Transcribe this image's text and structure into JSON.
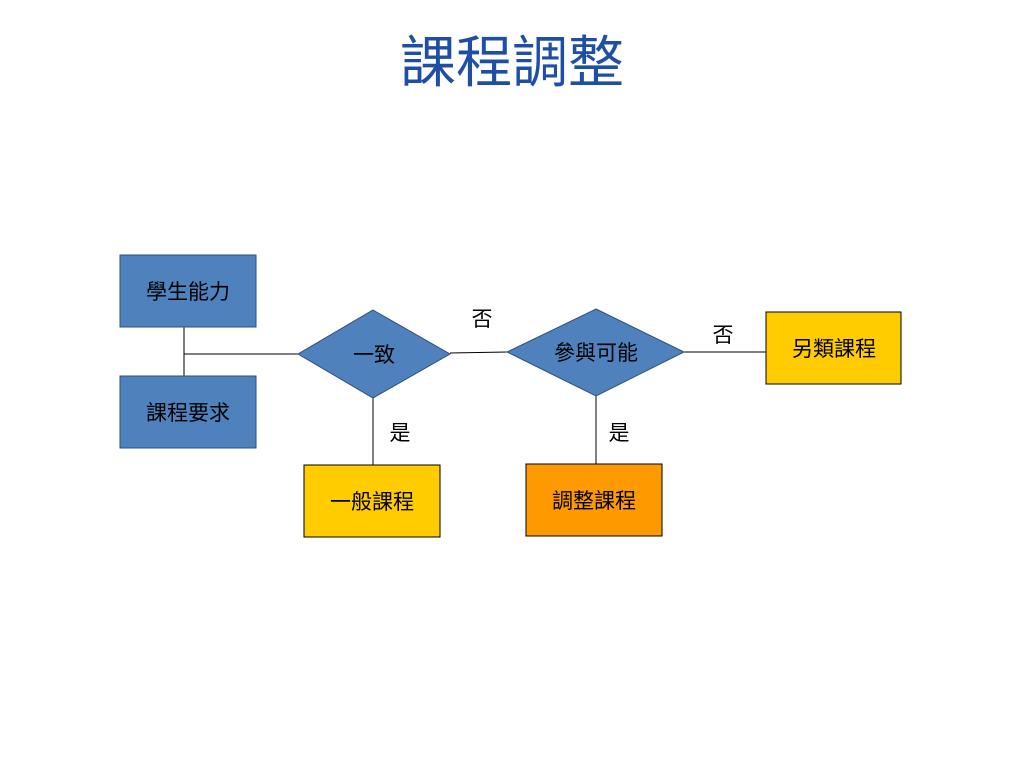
{
  "title": "課程調整",
  "colors": {
    "blue": "#4f81bd",
    "yellow": "#ffcc00",
    "orange": "#ff9900",
    "title": "#1f4fa5",
    "line": "#000000"
  },
  "nodes": {
    "ability": "學生能力",
    "requirement": "課程要求",
    "consistent": "一致",
    "participate": "參與可能",
    "general": "一般課程",
    "adjusted": "調整課程",
    "alternative": "另類課程"
  },
  "edges": {
    "consistent_no": "否",
    "consistent_yes": "是",
    "participate_no": "否",
    "participate_yes": "是"
  }
}
